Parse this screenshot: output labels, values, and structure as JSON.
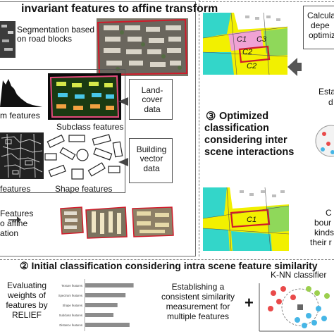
{
  "step1": {
    "title": "invariant features to affine transform",
    "segmentation": "Segmentation based on road blocks",
    "landcover": "Land-cover data",
    "building": "Building vector data",
    "subclass": "Subclass features",
    "shape": "Shape features",
    "texture_partial": "features",
    "spectrum_partial": "m features",
    "bottom_partial_1": "Features",
    "bottom_partial_2": "o affine",
    "bottom_partial_3": "ation"
  },
  "step3": {
    "title_number": "③",
    "title": "Optimized classification considering inter scene interactions",
    "top_partial_1": "Calcula",
    "top_partial_2": "depe",
    "top_partial_3": "optimiz",
    "mid_partial_1": "Esta",
    "mid_partial_2": "d",
    "bot_partial_1": "C",
    "bot_partial_2": "bour",
    "bot_partial_3": "kinds",
    "bot_partial_4": "their r",
    "label_c1": "C1",
    "label_c2": "C2",
    "label_c3": "C3",
    "label_c1b": "C1"
  },
  "step2": {
    "title": "② Initial classification considering intra scene feature similarity",
    "relief": "Evaluating weights of features by RELIEF",
    "similarity": "Establishing a consistent similarity measurement for multiple features",
    "plus": "+",
    "knn": "K-NN classifier",
    "bar_labels": [
      "Texture features",
      "Spectrum features",
      "Shape features",
      "Subclass features",
      "Distance features"
    ],
    "bar_values": [
      0.12,
      0.1,
      0.08,
      0.07,
      0.11
    ]
  },
  "colors": {
    "yellow": "#f2f000",
    "cyan": "#33d6c9",
    "pink": "#f0a2d4",
    "green": "#8fd85a",
    "red": "#d11a2a",
    "gray": "#8c8c8c"
  }
}
